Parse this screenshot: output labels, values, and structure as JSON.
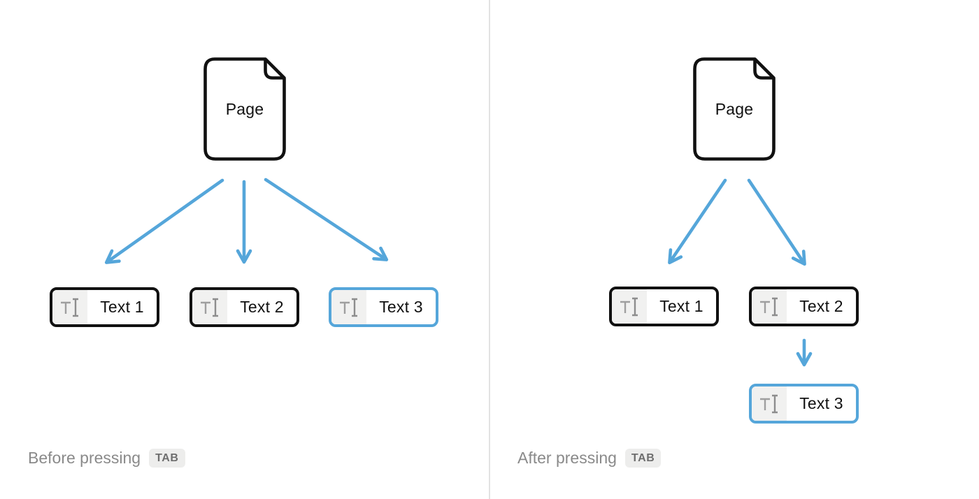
{
  "colors": {
    "accent_blue": "#55a6da",
    "block_border": "#111111",
    "icon_bg": "#f1f1f0",
    "divider": "#e2e2e2",
    "caption_text": "#8a8a8a",
    "badge_bg": "#ededec",
    "badge_text": "#6e6e6e"
  },
  "panels": [
    {
      "id": "before",
      "page_label": "Page",
      "blocks": [
        {
          "label": "Text 1",
          "selected": false
        },
        {
          "label": "Text 2",
          "selected": false
        },
        {
          "label": "Text 3",
          "selected": true
        }
      ],
      "caption_prefix": "Before pressing",
      "key_label": "TAB"
    },
    {
      "id": "after",
      "page_label": "Page",
      "blocks": [
        {
          "label": "Text 1",
          "selected": false
        },
        {
          "label": "Text 2",
          "selected": false
        },
        {
          "label": "Text 3",
          "selected": true
        }
      ],
      "caption_prefix": "After pressing",
      "key_label": "TAB"
    }
  ]
}
